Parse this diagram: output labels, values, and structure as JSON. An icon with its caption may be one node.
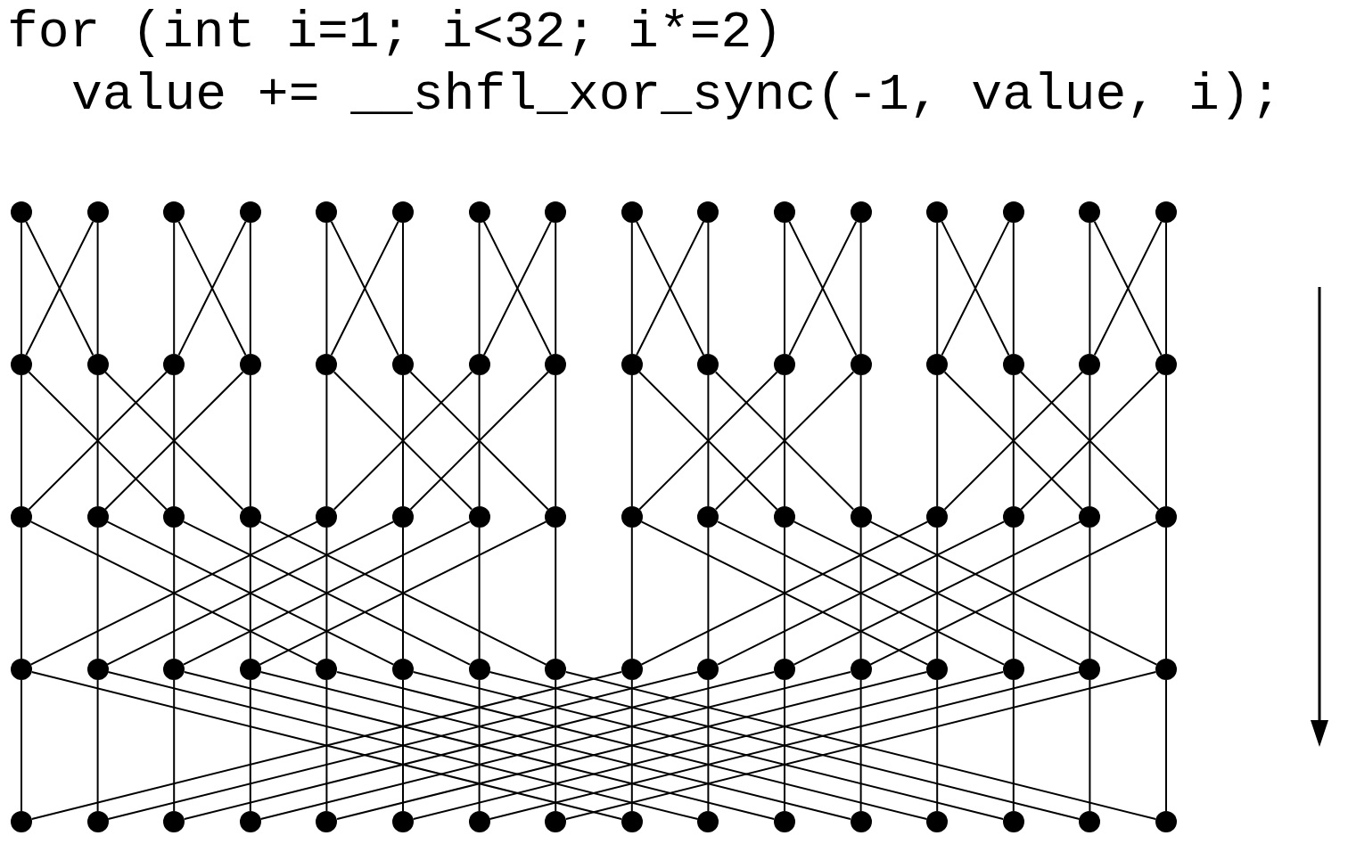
{
  "diagram": {
    "nodes": [
      {
        "text": [],
        "shape": "circle"
      },
      {
        "text": [],
        "shape": "circle"
      },
      {
        "text": [],
        "shape": "circle"
      },
      {
        "text": [],
        "shape": "circle"
      },
      {
        "text": [],
        "shape": "circle"
      },
      {
        "text": [],
        "shape": "circle"
      },
      {
        "text": [],
        "shape": "circle"
      },
      {
        "text": [],
        "shape": "circle"
      },
      {
        "text": [],
        "shape": "circle"
      },
      {
        "text": [],
        "shape": "circle"
      },
      {
        "text": [],
        "shape": "circle"
      },
      {
        "text": [],
        "shape": "circle"
      },
      {
        "text": [],
        "shape": "circle"
      },
      {
        "text": [],
        "shape": "circle"
      },
      {
        "text": [],
        "shape": "circle"
      },
      {
        "text": [],
        "shape": "circle"
      },
      {
        "text": [],
        "shape": "circle"
      },
      {
        "text": [],
        "shape": "circle"
      },
      {
        "text": [],
        "shape": "circle"
      },
      {
        "text": [],
        "shape": "circle"
      },
      {
        "text": [],
        "shape": "circle"
      },
      {
        "text": [],
        "shape": "circle"
      },
      {
        "text": [],
        "shape": "circle"
      },
      {
        "text": [],
        "shape": "circle"
      },
      {
        "text": [],
        "shape": "circle"
      },
      {
        "text": [],
        "shape": "circle"
      },
      {
        "text": [],
        "shape": "circle"
      },
      {
        "text": [],
        "shape": "circle"
      },
      {
        "text": [],
        "shape": "circle"
      },
      {
        "text": [],
        "shape": "circle"
      },
      {
        "text": [],
        "shape": "circle"
      },
      {
        "text": [],
        "shape": "circle"
      },
      {
        "text": [],
        "shape": "circle"
      },
      {
        "text": [],
        "shape": "circle"
      },
      {
        "text": [],
        "shape": "circle"
      },
      {
        "text": [],
        "shape": "circle"
      },
      {
        "text": [],
        "shape": "circle"
      },
      {
        "text": [],
        "shape": "circle"
      },
      {
        "text": [],
        "shape": "circle"
      },
      {
        "text": [],
        "shape": "circle"
      },
      {
        "text": [],
        "shape": "circle"
      },
      {
        "text": [],
        "shape": "circle"
      },
      {
        "text": [],
        "shape": "circle"
      },
      {
        "text": [],
        "shape": "circle"
      },
      {
        "text": [],
        "shape": "circle"
      },
      {
        "text": [],
        "shape": "circle"
      },
      {
        "text": [],
        "shape": "circle"
      },
      {
        "text": [],
        "shape": "circle"
      },
      {
        "text": [],
        "shape": "circle"
      },
      {
        "text": [],
        "shape": "circle"
      },
      {
        "text": [],
        "shape": "circle"
      },
      {
        "text": [],
        "shape": "circle"
      },
      {
        "text": [],
        "shape": "circle"
      },
      {
        "text": [],
        "shape": "circle"
      },
      {
        "text": [],
        "shape": "circle"
      },
      {
        "text": [],
        "shape": "circle"
      },
      {
        "text": [],
        "shape": "circle"
      },
      {
        "text": [],
        "shape": "circle"
      },
      {
        "text": [],
        "shape": "circle"
      },
      {
        "text": [],
        "shape": "circle"
      },
      {
        "text": [],
        "shape": "circle"
      },
      {
        "text": [],
        "shape": "circle"
      },
      {
        "text": [],
        "shape": "circle"
      },
      {
        "text": [],
        "shape": "circle"
      },
      {
        "text": [],
        "shape": "circle"
      },
      {
        "text": [],
        "shape": "circle"
      },
      {
        "text": [],
        "shape": "circle"
      },
      {
        "text": [],
        "shape": "circle"
      },
      {
        "text": [],
        "shape": "circle"
      },
      {
        "text": [],
        "shape": "circle"
      },
      {
        "text": [],
        "shape": "circle"
      },
      {
        "text": [],
        "shape": "circle"
      },
      {
        "text": [],
        "shape": "circle"
      },
      {
        "text": [],
        "shape": "circle"
      },
      {
        "text": [],
        "shape": "circle"
      },
      {
        "text": [],
        "shape": "circle"
      },
      {
        "text": [],
        "shape": "circle"
      },
      {
        "text": [],
        "shape": "circle"
      },
      {
        "text": [],
        "shape": "circle"
      },
      {
        "text": [],
        "shape": "circle"
      }
    ],
    "edges": [
      {
        "from": 0,
        "to": 16,
        "arrow": "none"
      },
      {
        "from": 0,
        "to": 17,
        "arrow": "none"
      },
      {
        "from": 1,
        "to": 17,
        "arrow": "none"
      },
      {
        "from": 1,
        "to": 16,
        "arrow": "none"
      },
      {
        "from": 2,
        "to": 18,
        "arrow": "none"
      },
      {
        "from": 2,
        "to": 19,
        "arrow": "none"
      },
      {
        "from": 3,
        "to": 19,
        "arrow": "none"
      },
      {
        "from": 3,
        "to": 18,
        "arrow": "none"
      },
      {
        "from": 4,
        "to": 20,
        "arrow": "none"
      },
      {
        "from": 4,
        "to": 21,
        "arrow": "none"
      },
      {
        "from": 5,
        "to": 21,
        "arrow": "none"
      },
      {
        "from": 5,
        "to": 20,
        "arrow": "none"
      },
      {
        "from": 6,
        "to": 22,
        "arrow": "none"
      },
      {
        "from": 6,
        "to": 23,
        "arrow": "none"
      },
      {
        "from": 7,
        "to": 23,
        "arrow": "none"
      },
      {
        "from": 7,
        "to": 22,
        "arrow": "none"
      },
      {
        "from": 8,
        "to": 24,
        "arrow": "none"
      },
      {
        "from": 8,
        "to": 25,
        "arrow": "none"
      },
      {
        "from": 9,
        "to": 25,
        "arrow": "none"
      },
      {
        "from": 9,
        "to": 24,
        "arrow": "none"
      },
      {
        "from": 10,
        "to": 26,
        "arrow": "none"
      },
      {
        "from": 10,
        "to": 27,
        "arrow": "none"
      },
      {
        "from": 11,
        "to": 27,
        "arrow": "none"
      },
      {
        "from": 11,
        "to": 26,
        "arrow": "none"
      },
      {
        "from": 12,
        "to": 28,
        "arrow": "none"
      },
      {
        "from": 12,
        "to": 29,
        "arrow": "none"
      },
      {
        "from": 13,
        "to": 29,
        "arrow": "none"
      },
      {
        "from": 13,
        "to": 28,
        "arrow": "none"
      },
      {
        "from": 14,
        "to": 30,
        "arrow": "none"
      },
      {
        "from": 14,
        "to": 31,
        "arrow": "none"
      },
      {
        "from": 15,
        "to": 31,
        "arrow": "none"
      },
      {
        "from": 15,
        "to": 30,
        "arrow": "none"
      },
      {
        "from": 16,
        "to": 32,
        "arrow": "none"
      },
      {
        "from": 16,
        "to": 34,
        "arrow": "none"
      },
      {
        "from": 17,
        "to": 33,
        "arrow": "none"
      },
      {
        "from": 17,
        "to": 35,
        "arrow": "none"
      },
      {
        "from": 18,
        "to": 34,
        "arrow": "none"
      },
      {
        "from": 18,
        "to": 32,
        "arrow": "none"
      },
      {
        "from": 19,
        "to": 35,
        "arrow": "none"
      },
      {
        "from": 19,
        "to": 33,
        "arrow": "none"
      },
      {
        "from": 20,
        "to": 36,
        "arrow": "none"
      },
      {
        "from": 20,
        "to": 38,
        "arrow": "none"
      },
      {
        "from": 21,
        "to": 37,
        "arrow": "none"
      },
      {
        "from": 21,
        "to": 39,
        "arrow": "none"
      },
      {
        "from": 22,
        "to": 38,
        "arrow": "none"
      },
      {
        "from": 22,
        "to": 36,
        "arrow": "none"
      },
      {
        "from": 23,
        "to": 39,
        "arrow": "none"
      },
      {
        "from": 23,
        "to": 37,
        "arrow": "none"
      },
      {
        "from": 24,
        "to": 40,
        "arrow": "none"
      },
      {
        "from": 24,
        "to": 42,
        "arrow": "none"
      },
      {
        "from": 25,
        "to": 41,
        "arrow": "none"
      },
      {
        "from": 25,
        "to": 43,
        "arrow": "none"
      },
      {
        "from": 26,
        "to": 42,
        "arrow": "none"
      },
      {
        "from": 26,
        "to": 40,
        "arrow": "none"
      },
      {
        "from": 27,
        "to": 43,
        "arrow": "none"
      },
      {
        "from": 27,
        "to": 41,
        "arrow": "none"
      },
      {
        "from": 28,
        "to": 44,
        "arrow": "none"
      },
      {
        "from": 28,
        "to": 46,
        "arrow": "none"
      },
      {
        "from": 29,
        "to": 45,
        "arrow": "none"
      },
      {
        "from": 29,
        "to": 47,
        "arrow": "none"
      },
      {
        "from": 30,
        "to": 46,
        "arrow": "none"
      },
      {
        "from": 30,
        "to": 44,
        "arrow": "none"
      },
      {
        "from": 31,
        "to": 47,
        "arrow": "none"
      },
      {
        "from": 31,
        "to": 45,
        "arrow": "none"
      },
      {
        "from": 32,
        "to": 48,
        "arrow": "none"
      },
      {
        "from": 32,
        "to": 52,
        "arrow": "none"
      },
      {
        "from": 33,
        "to": 49,
        "arrow": "none"
      },
      {
        "from": 33,
        "to": 53,
        "arrow": "none"
      },
      {
        "from": 34,
        "to": 50,
        "arrow": "none"
      },
      {
        "from": 34,
        "to": 54,
        "arrow": "none"
      },
      {
        "from": 35,
        "to": 51,
        "arrow": "none"
      },
      {
        "from": 35,
        "to": 55,
        "arrow": "none"
      },
      {
        "from": 36,
        "to": 52,
        "arrow": "none"
      },
      {
        "from": 36,
        "to": 48,
        "arrow": "none"
      },
      {
        "from": 37,
        "to": 53,
        "arrow": "none"
      },
      {
        "from": 37,
        "to": 49,
        "arrow": "none"
      },
      {
        "from": 38,
        "to": 54,
        "arrow": "none"
      },
      {
        "from": 38,
        "to": 50,
        "arrow": "none"
      },
      {
        "from": 39,
        "to": 55,
        "arrow": "none"
      },
      {
        "from": 39,
        "to": 51,
        "arrow": "none"
      },
      {
        "from": 40,
        "to": 56,
        "arrow": "none"
      },
      {
        "from": 40,
        "to": 60,
        "arrow": "none"
      },
      {
        "from": 41,
        "to": 57,
        "arrow": "none"
      },
      {
        "from": 41,
        "to": 61,
        "arrow": "none"
      },
      {
        "from": 42,
        "to": 58,
        "arrow": "none"
      },
      {
        "from": 42,
        "to": 62,
        "arrow": "none"
      },
      {
        "from": 43,
        "to": 59,
        "arrow": "none"
      },
      {
        "from": 43,
        "to": 63,
        "arrow": "none"
      },
      {
        "from": 44,
        "to": 60,
        "arrow": "none"
      },
      {
        "from": 44,
        "to": 56,
        "arrow": "none"
      },
      {
        "from": 45,
        "to": 61,
        "arrow": "none"
      },
      {
        "from": 45,
        "to": 57,
        "arrow": "none"
      },
      {
        "from": 46,
        "to": 62,
        "arrow": "none"
      },
      {
        "from": 46,
        "to": 58,
        "arrow": "none"
      },
      {
        "from": 47,
        "to": 63,
        "arrow": "none"
      },
      {
        "from": 47,
        "to": 59,
        "arrow": "none"
      },
      {
        "from": 48,
        "to": 64,
        "arrow": "none"
      },
      {
        "from": 48,
        "to": 72,
        "arrow": "none"
      },
      {
        "from": 49,
        "to": 65,
        "arrow": "none"
      },
      {
        "from": 49,
        "to": 73,
        "arrow": "none"
      },
      {
        "from": 50,
        "to": 66,
        "arrow": "none"
      },
      {
        "from": 50,
        "to": 74,
        "arrow": "none"
      },
      {
        "from": 51,
        "to": 67,
        "arrow": "none"
      },
      {
        "from": 51,
        "to": 75,
        "arrow": "none"
      },
      {
        "from": 52,
        "to": 68,
        "arrow": "none"
      },
      {
        "from": 52,
        "to": 76,
        "arrow": "none"
      },
      {
        "from": 53,
        "to": 69,
        "arrow": "none"
      },
      {
        "from": 53,
        "to": 77,
        "arrow": "none"
      },
      {
        "from": 54,
        "to": 70,
        "arrow": "none"
      },
      {
        "from": 54,
        "to": 78,
        "arrow": "none"
      },
      {
        "from": 55,
        "to": 71,
        "arrow": "none"
      },
      {
        "from": 55,
        "to": 79,
        "arrow": "none"
      },
      {
        "from": 56,
        "to": 72,
        "arrow": "none"
      },
      {
        "from": 56,
        "to": 64,
        "arrow": "none"
      },
      {
        "from": 57,
        "to": 73,
        "arrow": "none"
      },
      {
        "from": 57,
        "to": 65,
        "arrow": "none"
      },
      {
        "from": 58,
        "to": 74,
        "arrow": "none"
      },
      {
        "from": 58,
        "to": 66,
        "arrow": "none"
      },
      {
        "from": 59,
        "to": 75,
        "arrow": "none"
      },
      {
        "from": 59,
        "to": 67,
        "arrow": "none"
      },
      {
        "from": 60,
        "to": 76,
        "arrow": "none"
      },
      {
        "from": 60,
        "to": 68,
        "arrow": "none"
      },
      {
        "from": 61,
        "to": 77,
        "arrow": "none"
      },
      {
        "from": 61,
        "to": 69,
        "arrow": "none"
      },
      {
        "from": 62,
        "to": 78,
        "arrow": "none"
      },
      {
        "from": 62,
        "to": 70,
        "arrow": "none"
      },
      {
        "from": 63,
        "to": 79,
        "arrow": "none"
      },
      {
        "from": 63,
        "to": 71,
        "arrow": "none"
      }
    ],
    "labels": [
      "for (int i=1; i<32; i*=2)",
      "value += __shfl_xor_sync(-1, value, i);"
    ]
  }
}
